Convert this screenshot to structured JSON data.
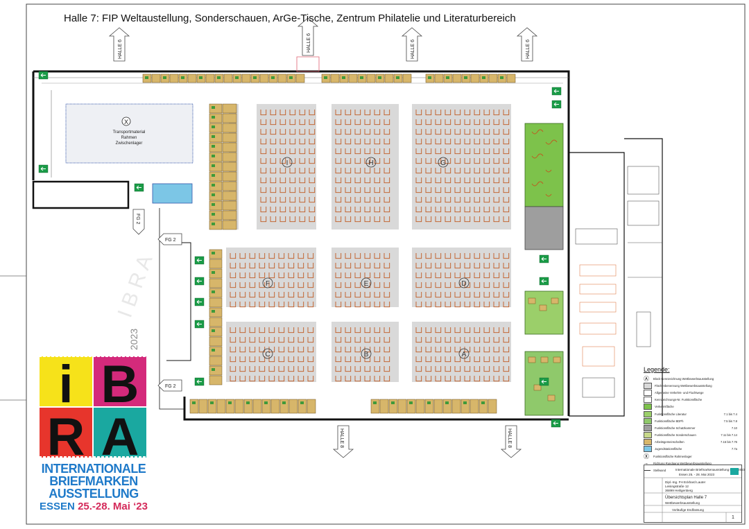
{
  "title": "Halle 7: FIP Weltaustellung, Sonderschauen, ArGe-Tische, Zentrum Philatelie und Literaturbereich",
  "hall_arrows": {
    "top": [
      "HALLE 6",
      "HALLE 6",
      "HALLE 6",
      "HALLE 6"
    ],
    "bottom": [
      "HALLE 8",
      "HALLE 8"
    ]
  },
  "side_labels": {
    "fg2_a": "FG 2",
    "fg2_b": "FG 2",
    "fg2_c": "FG 2"
  },
  "storage": {
    "marker": "X",
    "lines": [
      "Transportmaterial",
      "Rahmen",
      "Zwischenlager"
    ]
  },
  "blocks": {
    "top_row": [
      "I",
      "H",
      "G"
    ],
    "mid_row": [
      "F",
      "E",
      "D"
    ],
    "bottom_row": [
      "C",
      "B",
      "A"
    ]
  },
  "watermark": "2023",
  "logo": {
    "letters": [
      "i",
      "B",
      "R",
      "A"
    ],
    "line1": "INTERNATIONALE",
    "line2": "BRIEFMARKEN",
    "line3": "AUSSTELLUNG",
    "city": "ESSEN",
    "dates": "25.-28. Mai ‘23"
  },
  "legend": {
    "title": "Legende:",
    "items": [
      {
        "icon": "circled-A",
        "label": "Block-Kennzeichnung Wettbewerbsausstellung",
        "range": "",
        "color": "#ffffff"
      },
      {
        "icon": "swatch",
        "label": "Flächenbenennung Wettbewerbsausstellung",
        "range": "",
        "color": "#d9d9d9"
      },
      {
        "icon": "swatch",
        "label": "Allgemeine Verkehrs- und Fluchtwege",
        "range": "",
        "color": "#ffffff"
      },
      {
        "icon": "swatch",
        "label": "Kennzeichnungs-Nr. Funktionsfläche",
        "range": "",
        "color": "#ffffff"
      },
      {
        "icon": "swatch",
        "label": "Verkehrsfläche",
        "range": "",
        "color": "#7dc24b"
      },
      {
        "icon": "swatch",
        "label": "Funktionsfläche Literatur",
        "range": "7.1 bis 7.4",
        "color": "#9bcf6a"
      },
      {
        "icon": "swatch",
        "label": "Funktionsfläche BDPh",
        "range": "7.5 bis 7.8",
        "color": "#8fc96b"
      },
      {
        "icon": "swatch",
        "label": "Funktionsfläche Schatzkammer",
        "range": "7.10",
        "color": "#9e9e9e"
      },
      {
        "icon": "swatch",
        "label": "Funktionsfläche Sonderschauen",
        "range": "7.11 bis 7.14",
        "color": "#c7d88a"
      },
      {
        "icon": "swatch",
        "label": "Arbeitsgemeinschaften",
        "range": "7.15 bis 7.76",
        "color": "#d7b66a"
      },
      {
        "icon": "swatch",
        "label": "Jugendstationsfläche",
        "range": "7.7a",
        "color": "#7cc6e6"
      },
      {
        "icon": "circled-X",
        "label": "Funktionsfläche Rahmenlager",
        "range": "",
        "color": "#ffffff"
      },
      {
        "icon": "arrow",
        "label": "Richtung Rundgang Wettbewerbsausstellung",
        "range": "",
        "color": "#ffffff"
      },
      {
        "icon": "line",
        "label": "Stellwand",
        "range": "",
        "color": "#ffffff"
      }
    ]
  },
  "title_block": {
    "event": "Internationale Briefmarkenausstellung IBRA 2023",
    "venue": "Essen 25. - 28. Mai 2023",
    "planer": "Dipl.-Ing. FH Eckhard Lauter",
    "street": "Leisingstraße 12",
    "city": "36899 Heiligenberg",
    "plan_title": "Übersichtsplan Halle 7",
    "plan_sub": "Wettbewerbsausstellung",
    "status": "Vorläufige Endfassung",
    "sheet": "1"
  },
  "colors": {
    "block_fill": "#d9d9d9",
    "frame_line": "#c0581f",
    "stand_fill": "#d7b66a",
    "green": "#7dc24b",
    "light_green": "#9bcf6a",
    "grey": "#9e9e9e",
    "blue": "#7cc6e6",
    "exit_green": "#1a9b47"
  }
}
